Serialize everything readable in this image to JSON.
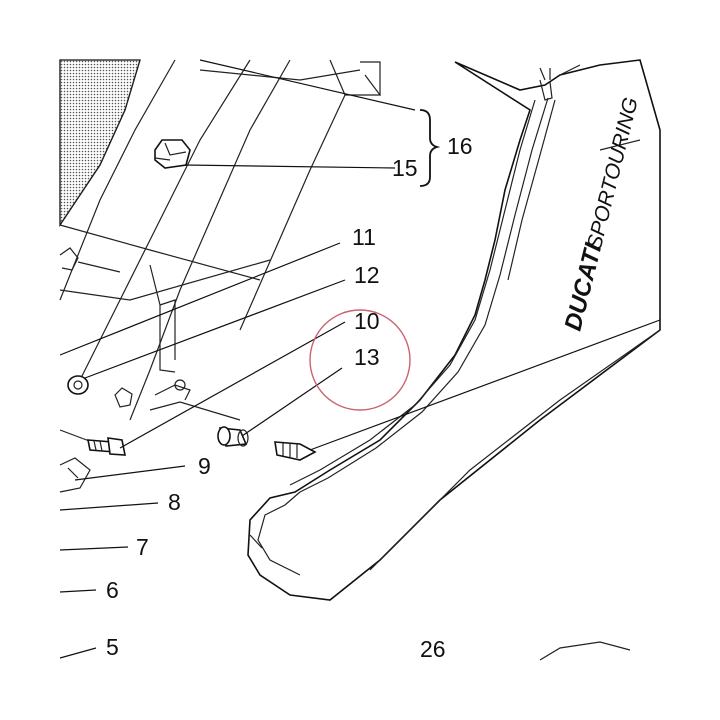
{
  "labels": {
    "l16": "16",
    "l15": "15",
    "l11": "11",
    "l12": "12",
    "l10": "10",
    "l13": "13",
    "l9": "9",
    "l8": "8",
    "l7": "7",
    "l6": "6",
    "l5": "5",
    "l26": "26"
  },
  "brand": {
    "bold": "DUCATI",
    "regular": "SPORTOURING"
  },
  "colors": {
    "ink": "#111111",
    "highlight_circle": "#c9646e",
    "hatch": "#555555"
  }
}
